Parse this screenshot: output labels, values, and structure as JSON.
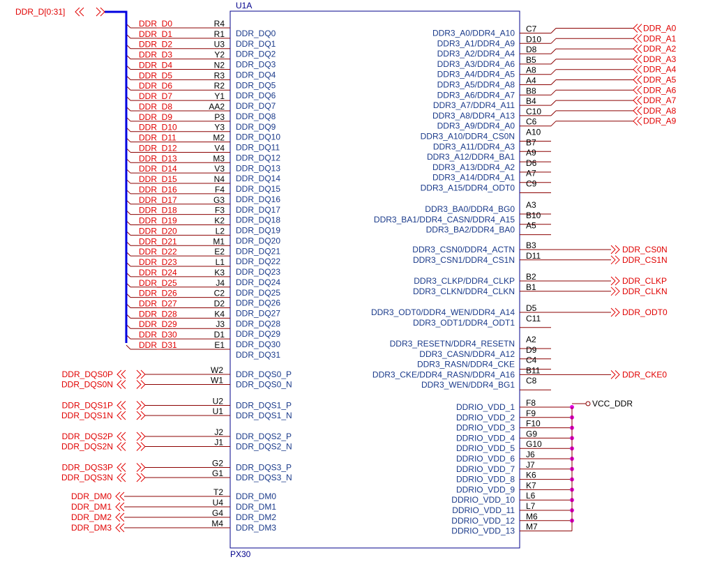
{
  "component": {
    "refdes": "U1A",
    "part": "PX30"
  },
  "bus": {
    "name": "DDR_D[0:31]"
  },
  "power": {
    "net": "VCC_DDR"
  },
  "data_pins": [
    {
      "num": "R4",
      "name": "DDR_DQ0",
      "net": "DDR_D0"
    },
    {
      "num": "R1",
      "name": "DDR_DQ1",
      "net": "DDR_D1"
    },
    {
      "num": "U3",
      "name": "DDR_DQ2",
      "net": "DDR_D2"
    },
    {
      "num": "Y2",
      "name": "DDR_DQ3",
      "net": "DDR_D3"
    },
    {
      "num": "N2",
      "name": "DDR_DQ4",
      "net": "DDR_D4"
    },
    {
      "num": "R3",
      "name": "DDR_DQ5",
      "net": "DDR_D5"
    },
    {
      "num": "R2",
      "name": "DDR_DQ6",
      "net": "DDR_D6"
    },
    {
      "num": "Y1",
      "name": "DDR_DQ7",
      "net": "DDR_D7"
    },
    {
      "num": "AA2",
      "name": "DDR_DQ8",
      "net": "DDR_D8"
    },
    {
      "num": "P3",
      "name": "DDR_DQ9",
      "net": "DDR_D9"
    },
    {
      "num": "Y3",
      "name": "DDR_DQ10",
      "net": "DDR_D10"
    },
    {
      "num": "M2",
      "name": "DDR_DQ11",
      "net": "DDR_D11"
    },
    {
      "num": "V4",
      "name": "DDR_DQ12",
      "net": "DDR_D12"
    },
    {
      "num": "M3",
      "name": "DDR_DQ13",
      "net": "DDR_D13"
    },
    {
      "num": "V3",
      "name": "DDR_DQ14",
      "net": "DDR_D14"
    },
    {
      "num": "N4",
      "name": "DDR_DQ15",
      "net": "DDR_D15"
    },
    {
      "num": "F4",
      "name": "DDR_DQ16",
      "net": "DDR_D16"
    },
    {
      "num": "G3",
      "name": "DDR_DQ17",
      "net": "DDR_D17"
    },
    {
      "num": "F3",
      "name": "DDR_DQ18",
      "net": "DDR_D18"
    },
    {
      "num": "K2",
      "name": "DDR_DQ19",
      "net": "DDR_D19"
    },
    {
      "num": "L2",
      "name": "DDR_DQ20",
      "net": "DDR_D20"
    },
    {
      "num": "M1",
      "name": "DDR_DQ21",
      "net": "DDR_D21"
    },
    {
      "num": "E2",
      "name": "DDR_DQ22",
      "net": "DDR_D22"
    },
    {
      "num": "L1",
      "name": "DDR_DQ23",
      "net": "DDR_D23"
    },
    {
      "num": "K3",
      "name": "DDR_DQ24",
      "net": "DDR_D24"
    },
    {
      "num": "J4",
      "name": "DDR_DQ25",
      "net": "DDR_D25"
    },
    {
      "num": "C2",
      "name": "DDR_DQ26",
      "net": "DDR_D26"
    },
    {
      "num": "D2",
      "name": "DDR_DQ27",
      "net": "DDR_D27"
    },
    {
      "num": "K4",
      "name": "DDR_DQ28",
      "net": "DDR_D28"
    },
    {
      "num": "J3",
      "name": "DDR_DQ29",
      "net": "DDR_D29"
    },
    {
      "num": "D1",
      "name": "DDR_DQ30",
      "net": "DDR_D30"
    },
    {
      "num": "E1",
      "name": "DDR_DQ31",
      "net": "DDR_D31"
    }
  ],
  "dqs_pins": [
    {
      "num": "W2",
      "name": "DDR_DQS0_P",
      "net": "DDR_DQS0P"
    },
    {
      "num": "W1",
      "name": "DDR_DQS0_N",
      "net": "DDR_DQS0N"
    },
    {
      "num": "U2",
      "name": "DDR_DQS1_P",
      "net": "DDR_DQS1P"
    },
    {
      "num": "U1",
      "name": "DDR_DQS1_N",
      "net": "DDR_DQS1N"
    },
    {
      "num": "J2",
      "name": "DDR_DQS2_P",
      "net": "DDR_DQS2P"
    },
    {
      "num": "J1",
      "name": "DDR_DQS2_N",
      "net": "DDR_DQS2N"
    },
    {
      "num": "G2",
      "name": "DDR_DQS3_P",
      "net": "DDR_DQS3P"
    },
    {
      "num": "G1",
      "name": "DDR_DQS3_N",
      "net": "DDR_DQS3N"
    }
  ],
  "dm_pins": [
    {
      "num": "T2",
      "name": "DDR_DM0",
      "net": "DDR_DM0"
    },
    {
      "num": "U4",
      "name": "DDR_DM1",
      "net": "DDR_DM1"
    },
    {
      "num": "G4",
      "name": "DDR_DM2",
      "net": "DDR_DM2"
    },
    {
      "num": "M4",
      "name": "DDR_DM3",
      "net": "DDR_DM3"
    }
  ],
  "right_pins": [
    {
      "num": "C7",
      "name": "DDR3_A0/DDR4_A10",
      "net": "DDR_A0"
    },
    {
      "num": "D10",
      "name": "DDR3_A1/DDR4_A9",
      "net": "DDR_A1"
    },
    {
      "num": "D8",
      "name": "DDR3_A2/DDR4_A4",
      "net": "DDR_A2"
    },
    {
      "num": "B5",
      "name": "DDR3_A3/DDR4_A6",
      "net": "DDR_A3"
    },
    {
      "num": "A8",
      "name": "DDR3_A4/DDR4_A5",
      "net": "DDR_A4"
    },
    {
      "num": "A4",
      "name": "DDR3_A5/DDR4_A8",
      "net": "DDR_A5"
    },
    {
      "num": "B8",
      "name": "DDR3_A6/DDR4_A7",
      "net": "DDR_A6"
    },
    {
      "num": "B4",
      "name": "DDR3_A7/DDR4_A11",
      "net": "DDR_A7"
    },
    {
      "num": "C10",
      "name": "DDR3_A8/DDR4_A13",
      "net": "DDR_A8"
    },
    {
      "num": "C6",
      "name": "DDR3_A9/DDR4_A0",
      "net": "DDR_A9"
    },
    {
      "num": "A10",
      "name": "DDR3_A10/DDR4_CS0N",
      "net": ""
    },
    {
      "num": "B7",
      "name": "DDR3_A11/DDR4_A3",
      "net": ""
    },
    {
      "num": "A9",
      "name": "DDR3_A12/DDR4_BA1",
      "net": ""
    },
    {
      "num": "D6",
      "name": "DDR3_A13/DDR4_A2",
      "net": ""
    },
    {
      "num": "A7",
      "name": "DDR3_A14/DDR4_A1",
      "net": ""
    },
    {
      "num": "C9",
      "name": "DDR3_A15/DDR4_ODT0",
      "net": ""
    },
    {
      "num": "A3",
      "name": "DDR3_BA0/DDR4_BG0",
      "net": ""
    },
    {
      "num": "B10",
      "name": "DDR3_BA1/DDR4_CASN/DDR4_A15",
      "net": ""
    },
    {
      "num": "A5",
      "name": "DDR3_BA2/DDR4_BA0",
      "net": ""
    },
    {
      "num": "B3",
      "name": "DDR3_CSN0/DDR4_ACTN",
      "net": "DDR_CS0N"
    },
    {
      "num": "D11",
      "name": "DDR3_CSN1/DDR4_CS1N",
      "net": "DDR_CS1N"
    },
    {
      "num": "B2",
      "name": "DDR3_CLKP/DDR4_CLKP",
      "net": "DDR_CLKP"
    },
    {
      "num": "B1",
      "name": "DDR3_CLKN/DDR4_CLKN",
      "net": "DDR_CLKN"
    },
    {
      "num": "D5",
      "name": "DDR3_ODT0/DDR4_WEN/DDR4_A14",
      "net": "DDR_ODT0"
    },
    {
      "num": "C11",
      "name": "DDR3_ODT1/DDR4_ODT1",
      "net": ""
    },
    {
      "num": "A2",
      "name": "DDR3_RESETN/DDR4_RESETN",
      "net": ""
    },
    {
      "num": "D9",
      "name": "DDR3_CASN/DDR4_A12",
      "net": ""
    },
    {
      "num": "C4",
      "name": "DDR3_RASN/DDR4_CKE",
      "net": ""
    },
    {
      "num": "B11",
      "name": "DDR3_CKE/DDR4_RASN/DDR4_A16",
      "net": "DDR_CKE0"
    },
    {
      "num": "C8",
      "name": "DDR3_WEN/DDR4_BG1",
      "net": ""
    }
  ],
  "vdd_pins": [
    {
      "num": "F8",
      "name": "DDRIO_VDD_1"
    },
    {
      "num": "F9",
      "name": "DDRIO_VDD_2"
    },
    {
      "num": "F10",
      "name": "DDRIO_VDD_3"
    },
    {
      "num": "G9",
      "name": "DDRIO_VDD_4"
    },
    {
      "num": "G10",
      "name": "DDRIO_VDD_5"
    },
    {
      "num": "J6",
      "name": "DDRIO_VDD_6"
    },
    {
      "num": "J7",
      "name": "DDRIO_VDD_7"
    },
    {
      "num": "K6",
      "name": "DDRIO_VDD_8"
    },
    {
      "num": "K7",
      "name": "DDRIO_VDD_9"
    },
    {
      "num": "L6",
      "name": "DDRIO_VDD_10"
    },
    {
      "num": "L7",
      "name": "DDRIO_VDD_11"
    },
    {
      "num": "M6",
      "name": "DDRIO_VDD_12"
    },
    {
      "num": "M7",
      "name": "DDRIO_VDD_13"
    }
  ],
  "colors": {
    "component_outline": "#00008b",
    "net_label": "#e00000",
    "wire": "#8b0000",
    "bus": "#0000e0",
    "junction": "#e000e0"
  }
}
